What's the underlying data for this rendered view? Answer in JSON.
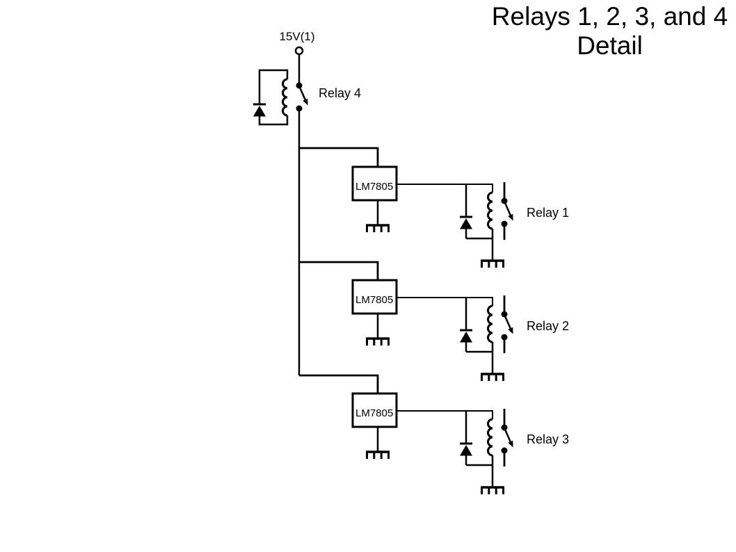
{
  "title": {
    "line1": "Relays 1, 2, 3, and 4",
    "line2": "Detail"
  },
  "schematic": {
    "supply_label": "15V(1)",
    "regulator_label": "LM7805",
    "relay_labels": {
      "relay1": "Relay 1",
      "relay2": "Relay 2",
      "relay3": "Relay 3",
      "relay4": "Relay 4"
    },
    "colors": {
      "line": "#000000",
      "background": "#ffffff"
    }
  }
}
